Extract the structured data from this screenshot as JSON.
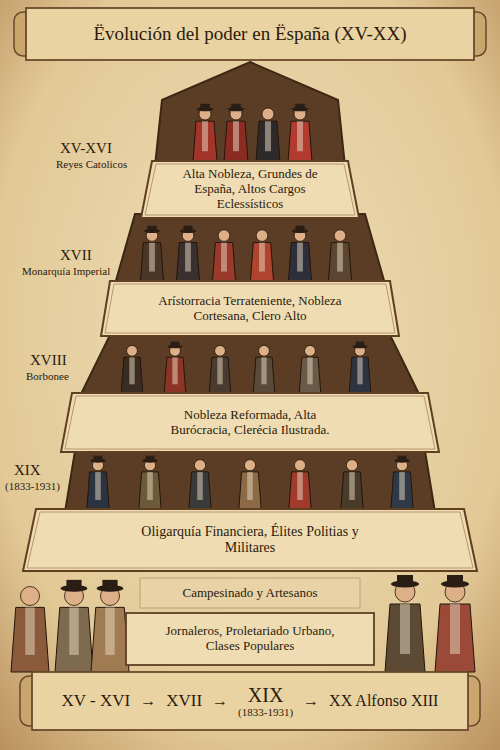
{
  "diagram": {
    "title": "Ëvolución del poder en Ëspaña (XV-XX)",
    "nodes": [
      {
        "text": [
          "Alta Nobleza, Grundes de España, Altos Cargos Eclessísticos"
        ]
      },
      {
        "text": [
          "Arístorracia Terrateniente, Nobleza Cortesana, Clero Alto"
        ]
      },
      {
        "text": [
          "Nobleza Reformada, Alta Burócracia, Clerécia Ilustrada."
        ]
      },
      {
        "text": [
          "Oligarquía Financiera, Élites Politias y Militares"
        ]
      },
      {
        "text": [
          "Campesinado y Artesanos"
        ]
      },
      {
        "text": [
          "Jornaleros, Proletariado Urbano, Clases Populares"
        ]
      },
      {
        "text": [
          "XV - XVI",
          "→",
          "XVII",
          "→",
          "XIX",
          "(1833-1931)",
          "→",
          "XX Alfonso XIII"
        ]
      }
    ],
    "labels": [
      "XV-XVI",
      "Reyes Catolicos",
      "XVII",
      "Monarquía Imperial",
      "XVIII",
      "Borbonee",
      "XIX",
      "(1833-1931)"
    ]
  }
}
